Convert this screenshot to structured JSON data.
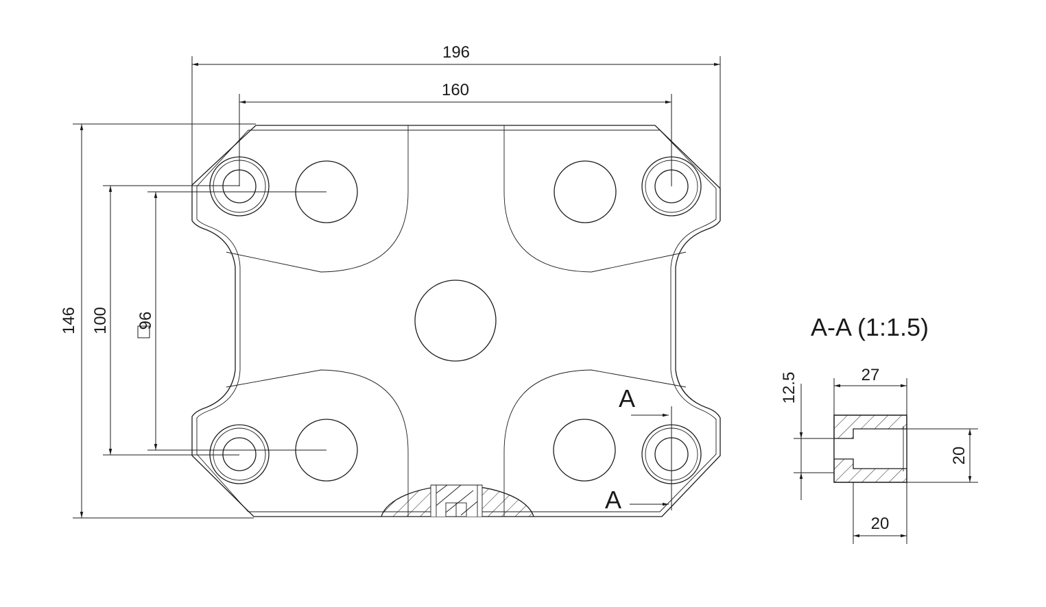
{
  "drawing": {
    "dimensions": {
      "overall_width": "196",
      "hole_spacing_width": "160",
      "overall_height": "146",
      "hole_spacing_height": "100",
      "square_pattern": "96"
    },
    "section_marks": {
      "upper": "A",
      "lower": "A"
    },
    "section_view": {
      "title": "A-A (1:1.5)",
      "counterbore_depth": "12.5",
      "length": "27",
      "outer_diameter": "20",
      "thread_length": "20"
    }
  }
}
